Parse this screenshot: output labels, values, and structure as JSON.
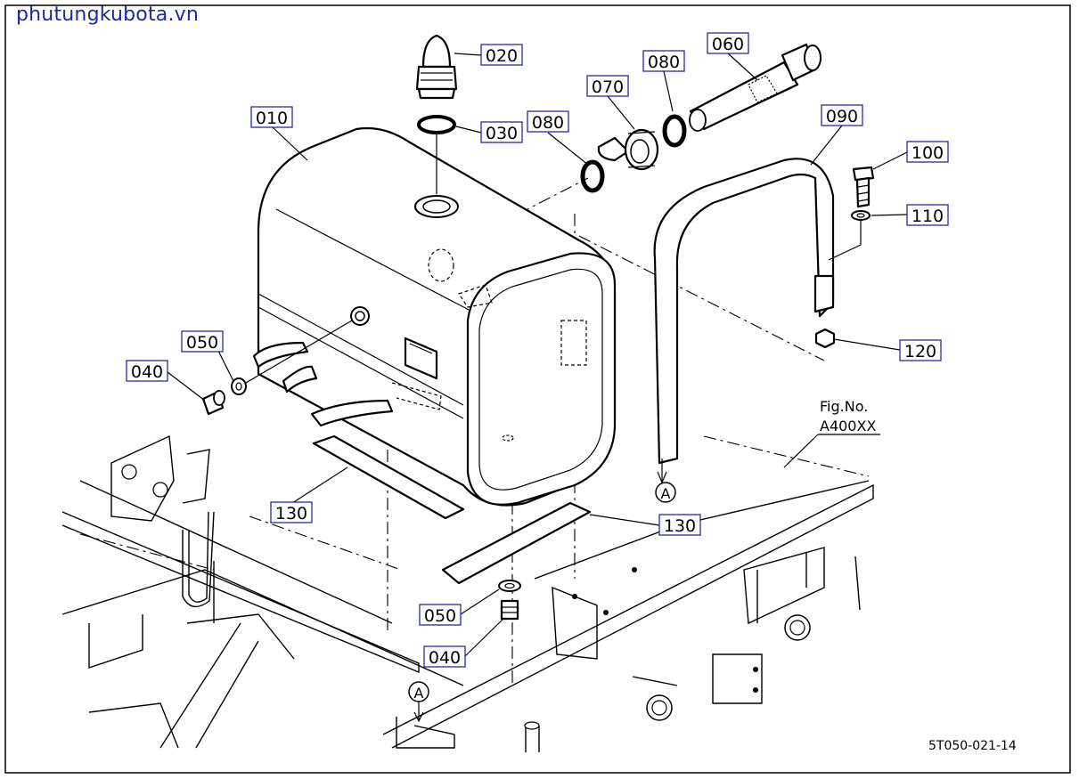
{
  "watermark": "phutungkubota.vn",
  "figure_reference": {
    "line1": "Fig.No.",
    "line2": "A400XX"
  },
  "diagram_code": "5T050-021-14",
  "section_marker": "A",
  "callouts": [
    {
      "id": "c-010",
      "label": "010"
    },
    {
      "id": "c-020",
      "label": "020"
    },
    {
      "id": "c-030",
      "label": "030"
    },
    {
      "id": "c-040a",
      "label": "040"
    },
    {
      "id": "c-040b",
      "label": "040"
    },
    {
      "id": "c-050a",
      "label": "050"
    },
    {
      "id": "c-050b",
      "label": "050"
    },
    {
      "id": "c-060",
      "label": "060"
    },
    {
      "id": "c-070",
      "label": "070"
    },
    {
      "id": "c-080a",
      "label": "080"
    },
    {
      "id": "c-080b",
      "label": "080"
    },
    {
      "id": "c-090",
      "label": "090"
    },
    {
      "id": "c-100",
      "label": "100"
    },
    {
      "id": "c-110",
      "label": "110"
    },
    {
      "id": "c-120",
      "label": "120"
    },
    {
      "id": "c-130a",
      "label": "130"
    },
    {
      "id": "c-130b",
      "label": "130"
    }
  ]
}
